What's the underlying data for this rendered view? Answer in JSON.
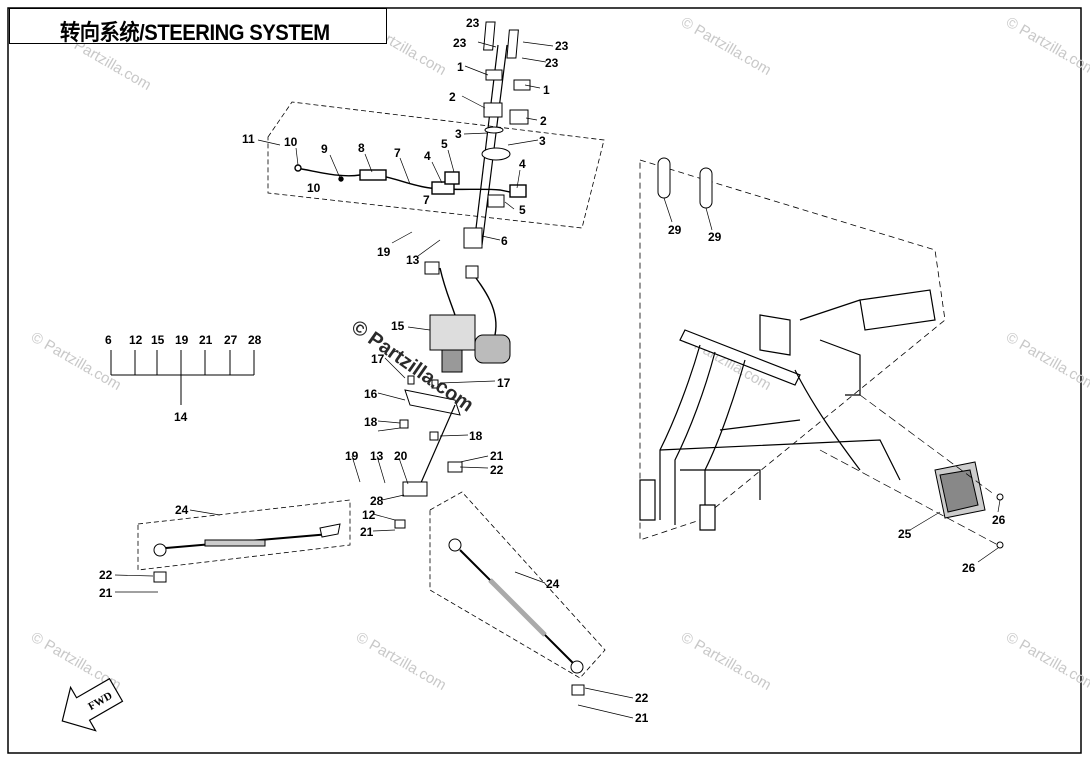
{
  "title": "转向系统/STEERING SYSTEM",
  "watermark": "© Partzilla.com",
  "center_watermark": "© Partzilla.com",
  "fwd_label": "FWD",
  "group_label_14": {
    "items": [
      "6",
      "12",
      "15",
      "19",
      "21",
      "27",
      "28"
    ],
    "total": "14"
  },
  "callouts": [
    {
      "id": "c23a",
      "text": "23"
    },
    {
      "id": "c23b",
      "text": "23"
    },
    {
      "id": "c23c",
      "text": "23"
    },
    {
      "id": "c23d",
      "text": "23"
    },
    {
      "id": "c1a",
      "text": "1"
    },
    {
      "id": "c1b",
      "text": "1"
    },
    {
      "id": "c2a",
      "text": "2"
    },
    {
      "id": "c2b",
      "text": "2"
    },
    {
      "id": "c3a",
      "text": "3"
    },
    {
      "id": "c3b",
      "text": "3"
    },
    {
      "id": "c11",
      "text": "11"
    },
    {
      "id": "c10a",
      "text": "10"
    },
    {
      "id": "c10b",
      "text": "10"
    },
    {
      "id": "c9",
      "text": "9"
    },
    {
      "id": "c8",
      "text": "8"
    },
    {
      "id": "c7a",
      "text": "7"
    },
    {
      "id": "c7b",
      "text": "7"
    },
    {
      "id": "c4a",
      "text": "4"
    },
    {
      "id": "c4b",
      "text": "4"
    },
    {
      "id": "c5a",
      "text": "5"
    },
    {
      "id": "c5b",
      "text": "5"
    },
    {
      "id": "c6a",
      "text": "6"
    },
    {
      "id": "c19a",
      "text": "19"
    },
    {
      "id": "c13a",
      "text": "13"
    },
    {
      "id": "c15",
      "text": "15"
    },
    {
      "id": "c17a",
      "text": "17"
    },
    {
      "id": "c17b",
      "text": "17"
    },
    {
      "id": "c16",
      "text": "16"
    },
    {
      "id": "c18a",
      "text": "18"
    },
    {
      "id": "c18b",
      "text": "18"
    },
    {
      "id": "c19b",
      "text": "19"
    },
    {
      "id": "c13b",
      "text": "13"
    },
    {
      "id": "c20",
      "text": "20"
    },
    {
      "id": "c21a",
      "text": "21"
    },
    {
      "id": "c22a",
      "text": "22"
    },
    {
      "id": "c28",
      "text": "28"
    },
    {
      "id": "c12",
      "text": "12"
    },
    {
      "id": "c21b",
      "text": "21"
    },
    {
      "id": "c24a",
      "text": "24"
    },
    {
      "id": "c22b",
      "text": "22"
    },
    {
      "id": "c21c",
      "text": "21"
    },
    {
      "id": "c24b",
      "text": "24"
    },
    {
      "id": "c22c",
      "text": "22"
    },
    {
      "id": "c21d",
      "text": "21"
    },
    {
      "id": "c29a",
      "text": "29"
    },
    {
      "id": "c29b",
      "text": "29"
    },
    {
      "id": "c25",
      "text": "25"
    },
    {
      "id": "c26a",
      "text": "26"
    },
    {
      "id": "c26b",
      "text": "26"
    }
  ]
}
